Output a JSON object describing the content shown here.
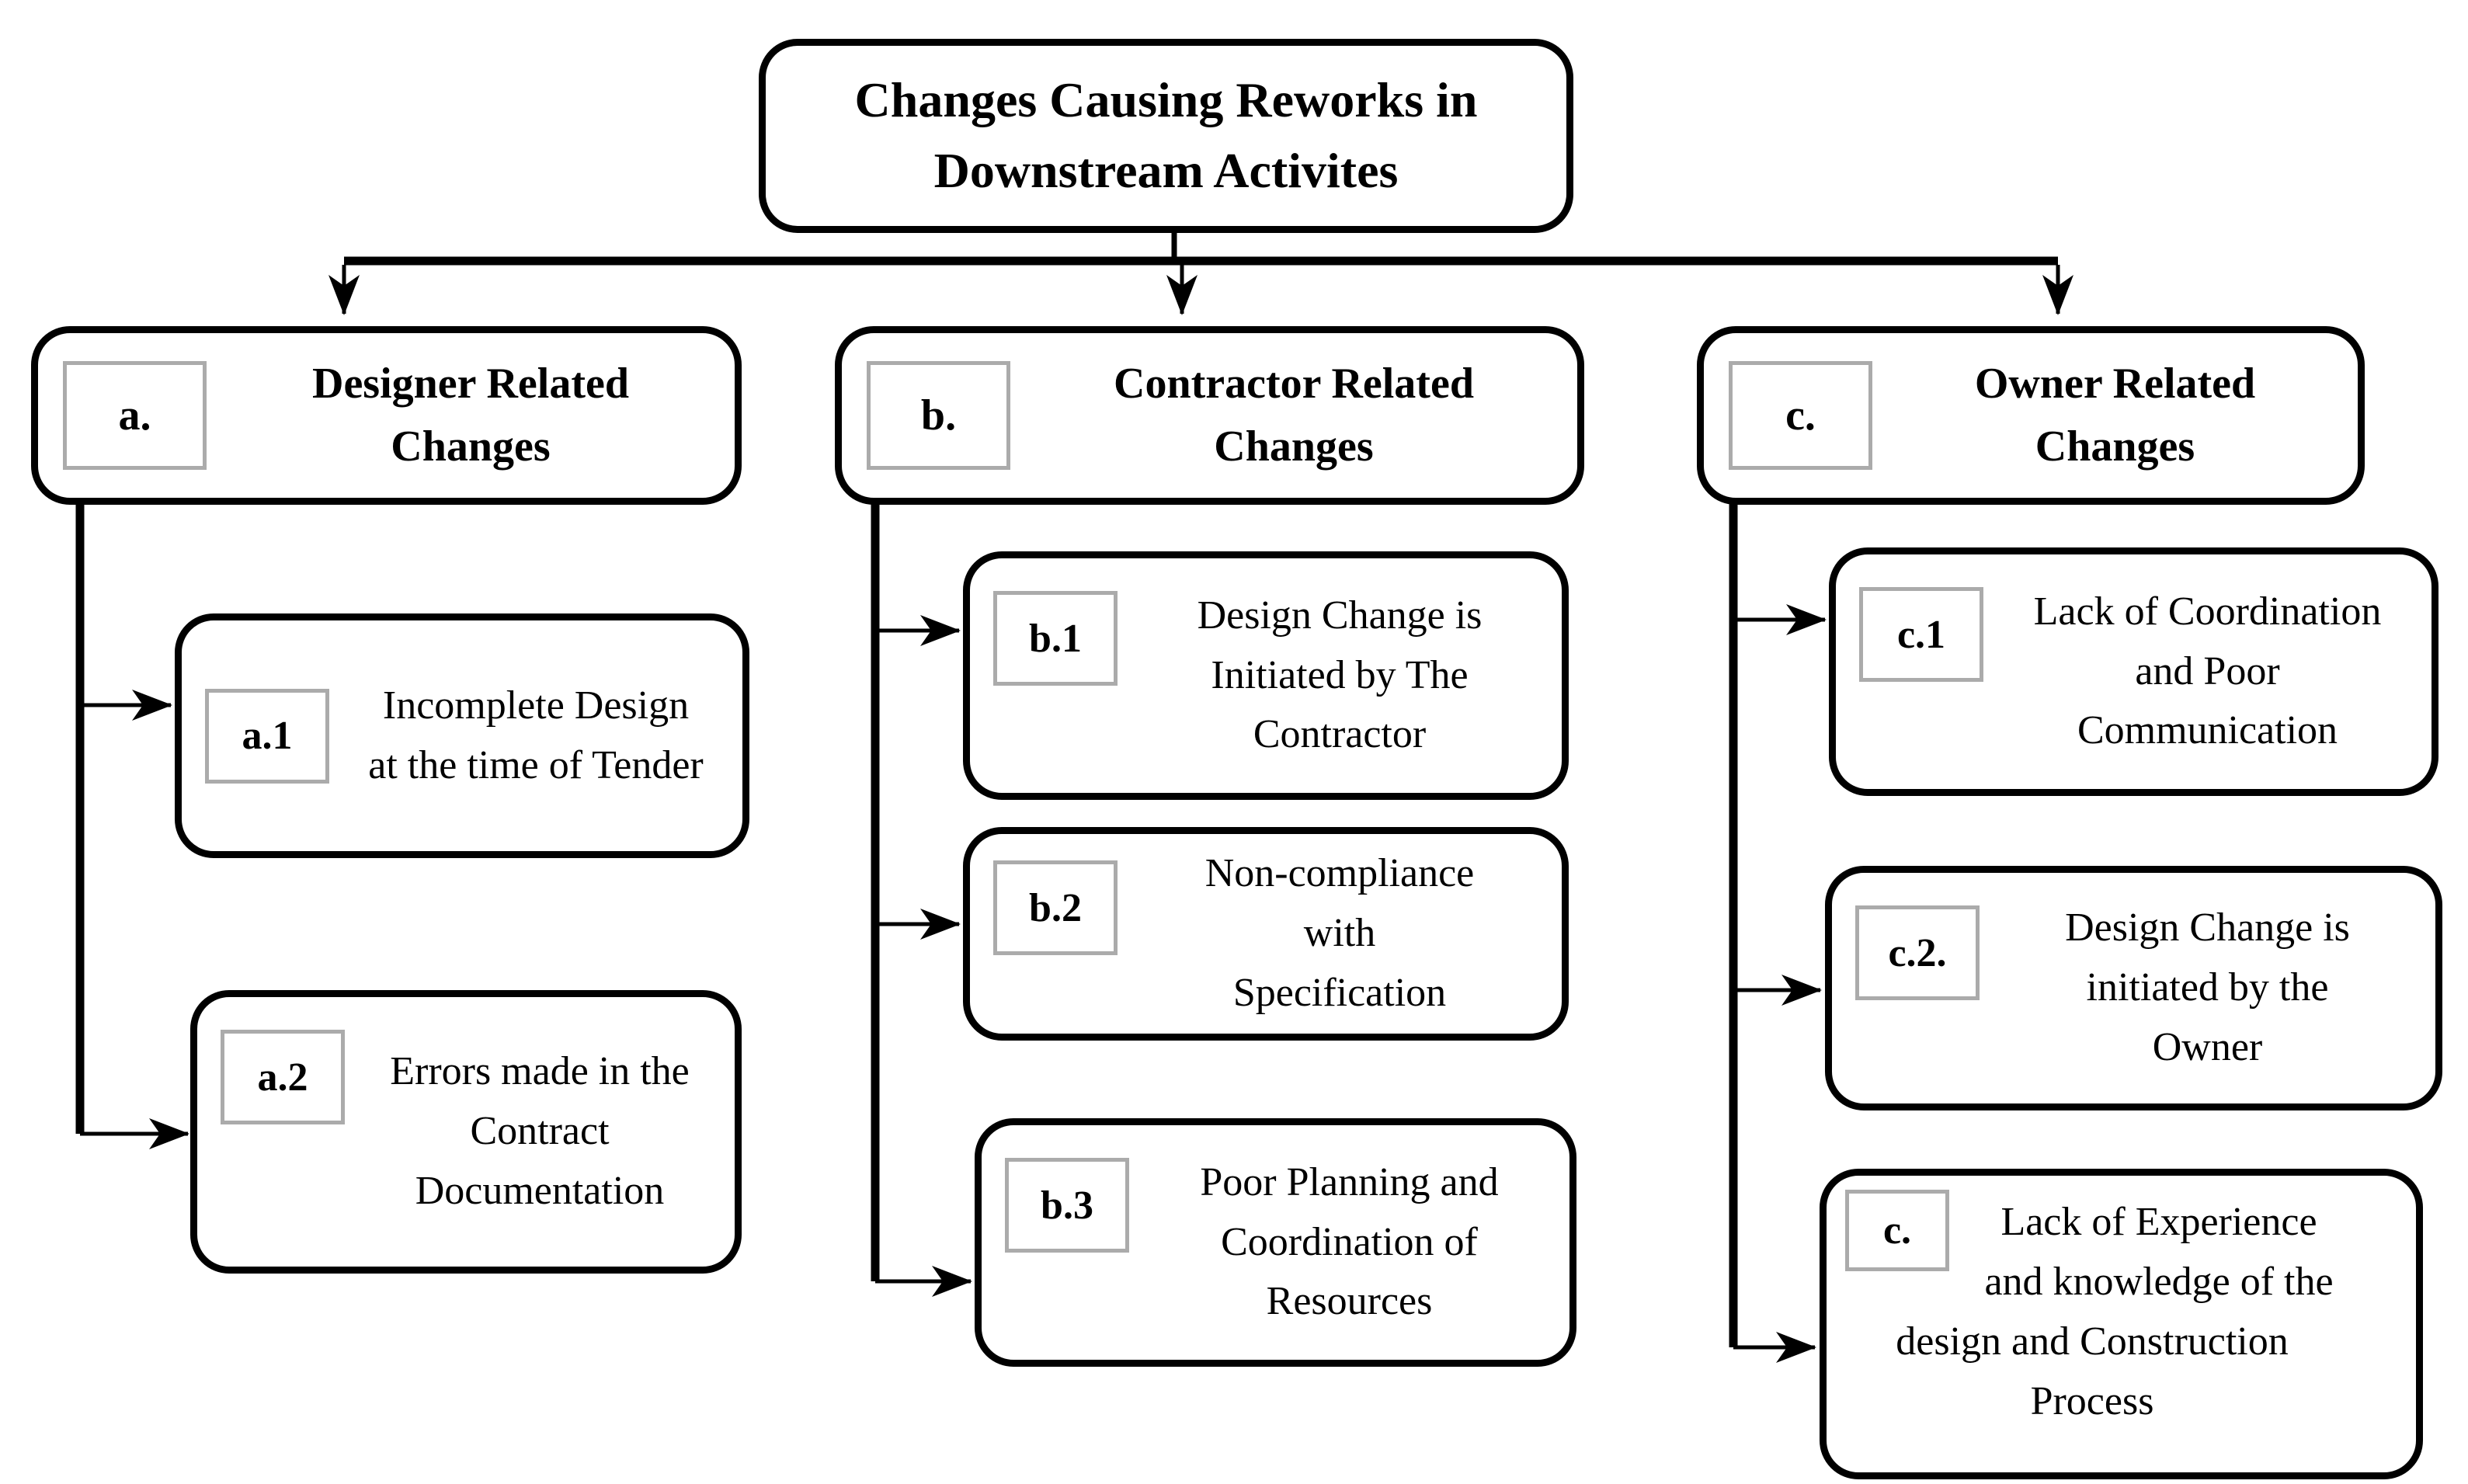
{
  "diagram": {
    "title": "Changes Causing Reworks in Downstream Activites",
    "branches": [
      {
        "tag": "a.",
        "label": "Designer Related Changes",
        "children": [
          {
            "tag": "a.1",
            "label": "Incomplete Design at the time of Tender"
          },
          {
            "tag": "a.2",
            "label": "Errors made in the Contract Documentation"
          }
        ]
      },
      {
        "tag": "b.",
        "label": "Contractor Related Changes",
        "children": [
          {
            "tag": "b.1",
            "label": "Design Change is Initiated by The Contractor"
          },
          {
            "tag": "b.2",
            "label": "Non-compliance with Specification"
          },
          {
            "tag": "b.3",
            "label": "Poor Planning and Coordination of Resources"
          }
        ]
      },
      {
        "tag": "c.",
        "label": "Owner Related Changes",
        "children": [
          {
            "tag": "c.1",
            "label": "Lack of Coordination and Poor Communication"
          },
          {
            "tag": "c.2.",
            "label": "Design Change is initiated by the Owner"
          },
          {
            "tag": "c.",
            "label": "Lack of Experience and knowledge of the design and Construction Process"
          }
        ]
      }
    ],
    "colors": {
      "line": "#000000",
      "box_border": "#000000",
      "box_fill": "#ffffff",
      "tag_border": "#ababab",
      "text": "#000000"
    }
  }
}
